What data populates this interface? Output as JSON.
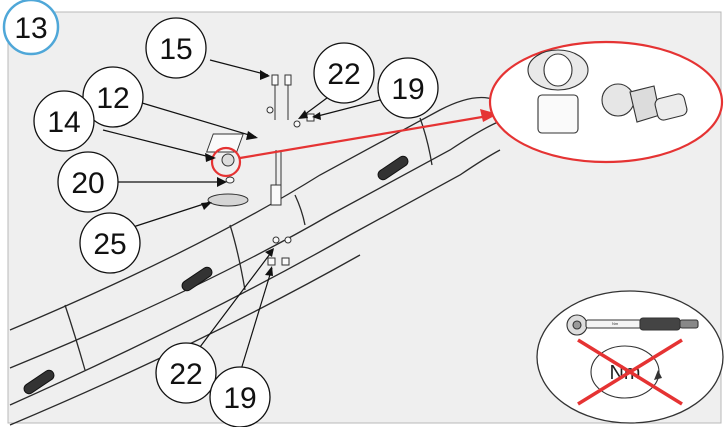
{
  "step": {
    "number": "13",
    "accent_color": "#4fa7d8"
  },
  "callouts": [
    {
      "id": "callout-15",
      "label": "15"
    },
    {
      "id": "callout-12",
      "label": "12"
    },
    {
      "id": "callout-22-top",
      "label": "22"
    },
    {
      "id": "callout-19-top",
      "label": "19"
    },
    {
      "id": "callout-14",
      "label": "14"
    },
    {
      "id": "callout-20",
      "label": "20"
    },
    {
      "id": "callout-25",
      "label": "25"
    },
    {
      "id": "callout-22-bottom",
      "label": "22"
    },
    {
      "id": "callout-19-bottom",
      "label": "19"
    }
  ],
  "torque_warning": {
    "unit_label": "Nm",
    "wrench_scale_label": "Nm",
    "cross_color": "#e53333"
  },
  "highlight_color": "#e53333"
}
